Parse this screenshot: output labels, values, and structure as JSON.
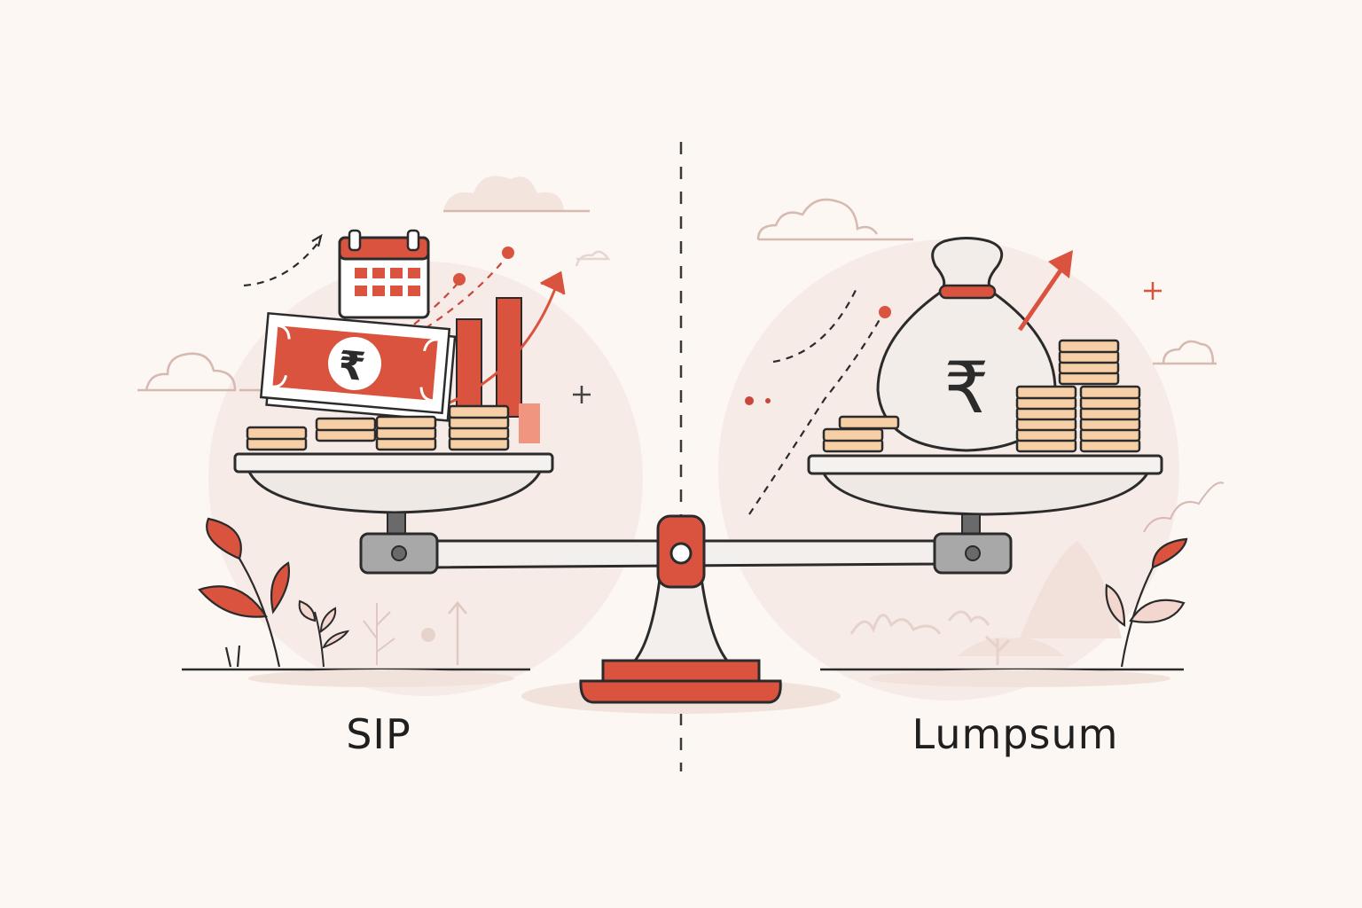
{
  "labels": {
    "left": "SIP",
    "right": "Lumpsum"
  },
  "symbols": {
    "currency": "₹"
  },
  "icons": {
    "left_pan": [
      "banknote-icon",
      "calendar-icon",
      "coin-stack-icon",
      "bar-chart-icon",
      "trend-arrow-icon"
    ],
    "right_pan": [
      "money-bag-icon",
      "coin-stack-icon",
      "trend-arrow-icon"
    ],
    "scene": [
      "balance-scale",
      "cloud-icon",
      "leaf-plant-icon",
      "plus-icon"
    ]
  },
  "colors": {
    "background": "#fcf7f3",
    "accent_red": "#d9533e",
    "coin": "#f6cfa6",
    "outline": "#2b2b2b",
    "pan": "#efe9e5",
    "backdrop_circle": "#f6ebe6"
  }
}
